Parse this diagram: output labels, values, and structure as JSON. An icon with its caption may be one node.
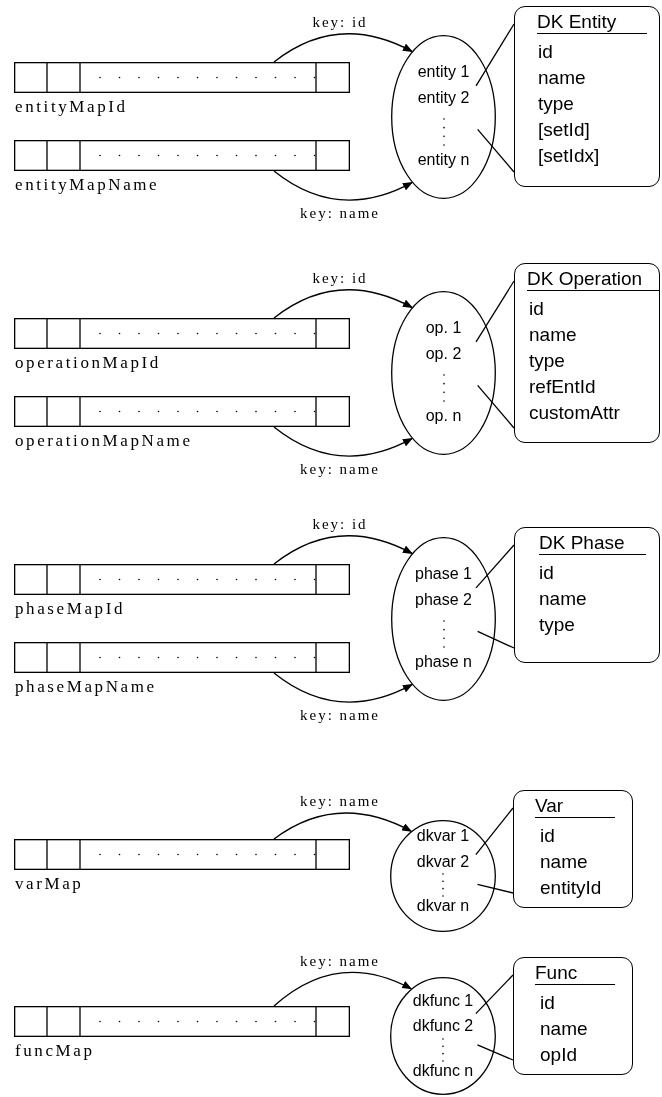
{
  "diagram": {
    "nodes": [
      {
        "text": [
          "entityMapId"
        ]
      },
      {
        "text": [
          "entityMapName"
        ]
      },
      {
        "text": [
          "entity 1",
          "entity 2",
          "entity n"
        ]
      },
      {
        "text": [
          "DK Entity",
          "id",
          "name",
          "type",
          "[setId]",
          "[setIdx]"
        ]
      },
      {
        "text": [
          "operationMapId"
        ]
      },
      {
        "text": [
          "operationMapName"
        ]
      },
      {
        "text": [
          "op. 1",
          "op. 2",
          "op. n"
        ]
      },
      {
        "text": [
          "DK Operation",
          "id",
          "name",
          "type",
          "refEntId",
          "customAttr"
        ]
      },
      {
        "text": [
          "phaseMapId"
        ]
      },
      {
        "text": [
          "phaseMapName"
        ]
      },
      {
        "text": [
          "phase 1",
          "phase 2",
          "phase n"
        ]
      },
      {
        "text": [
          "DK Phase",
          "id",
          "name",
          "type"
        ]
      },
      {
        "text": [
          "varMap"
        ]
      },
      {
        "text": [
          "dkvar 1",
          "dkvar 2",
          "dkvar n"
        ]
      },
      {
        "text": [
          "Var",
          "id",
          "name",
          "entityId"
        ]
      },
      {
        "text": [
          "funcMap"
        ]
      },
      {
        "text": [
          "dkfunc 1",
          "dkfunc 2",
          "dkfunc n"
        ]
      },
      {
        "text": [
          "Func",
          "id",
          "name",
          "opId"
        ]
      }
    ],
    "edges": [
      {
        "from": 0,
        "to": 2,
        "arrow": "to",
        "label": "key: id"
      },
      {
        "from": 1,
        "to": 2,
        "arrow": "to",
        "label": "key: name"
      },
      {
        "from": 2,
        "to": 3,
        "arrow": "none"
      },
      {
        "from": 2,
        "to": 3,
        "arrow": "none"
      },
      {
        "from": 4,
        "to": 6,
        "arrow": "to",
        "label": "key: id"
      },
      {
        "from": 5,
        "to": 6,
        "arrow": "to",
        "label": "key: name"
      },
      {
        "from": 6,
        "to": 7,
        "arrow": "none"
      },
      {
        "from": 6,
        "to": 7,
        "arrow": "none"
      },
      {
        "from": 8,
        "to": 10,
        "arrow": "to",
        "label": "key: id"
      },
      {
        "from": 9,
        "to": 10,
        "arrow": "to",
        "label": "key: name"
      },
      {
        "from": 10,
        "to": 11,
        "arrow": "none"
      },
      {
        "from": 10,
        "to": 11,
        "arrow": "none"
      },
      {
        "from": 12,
        "to": 13,
        "arrow": "to",
        "label": "key: name"
      },
      {
        "from": 13,
        "to": 14,
        "arrow": "none"
      },
      {
        "from": 13,
        "to": 14,
        "arrow": "none"
      },
      {
        "from": 15,
        "to": 16,
        "arrow": "to",
        "label": "key: name"
      },
      {
        "from": 16,
        "to": 17,
        "arrow": "none"
      },
      {
        "from": 16,
        "to": 17,
        "arrow": "none"
      }
    ]
  }
}
